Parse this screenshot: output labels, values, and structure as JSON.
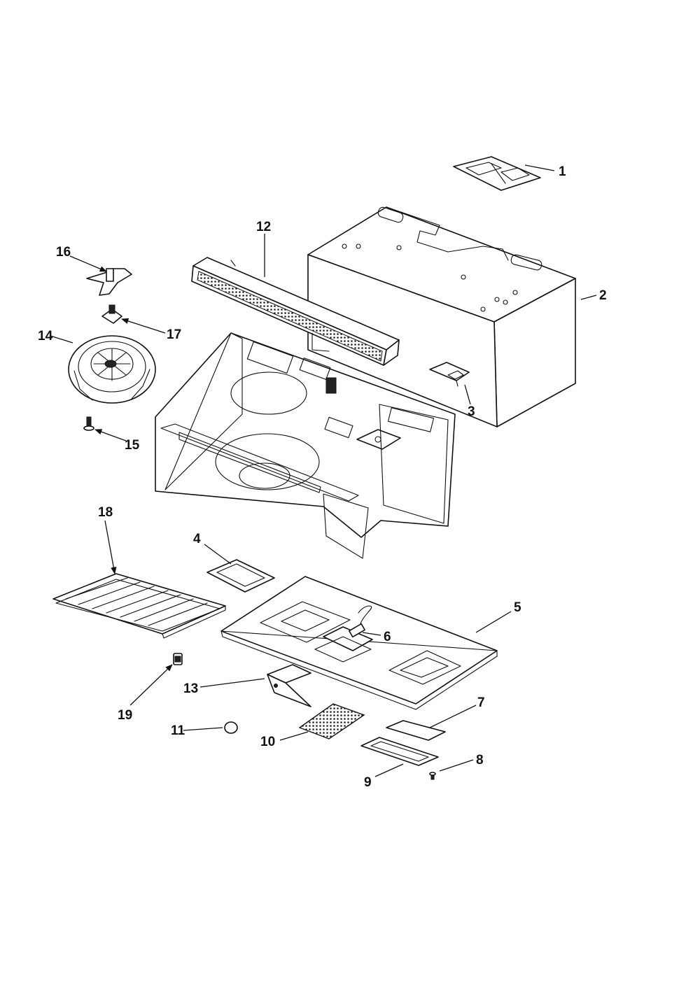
{
  "diagram": {
    "part_labels": {
      "p1": "1",
      "p2": "2",
      "p3": "3",
      "p4": "4",
      "p5": "5",
      "p6": "6",
      "p7": "7",
      "p8": "8",
      "p9": "9",
      "p10": "10",
      "p11": "11",
      "p12": "12",
      "p13": "13",
      "p14": "14",
      "p15": "15",
      "p16": "16",
      "p17": "17",
      "p18": "18",
      "p19": "19"
    }
  }
}
